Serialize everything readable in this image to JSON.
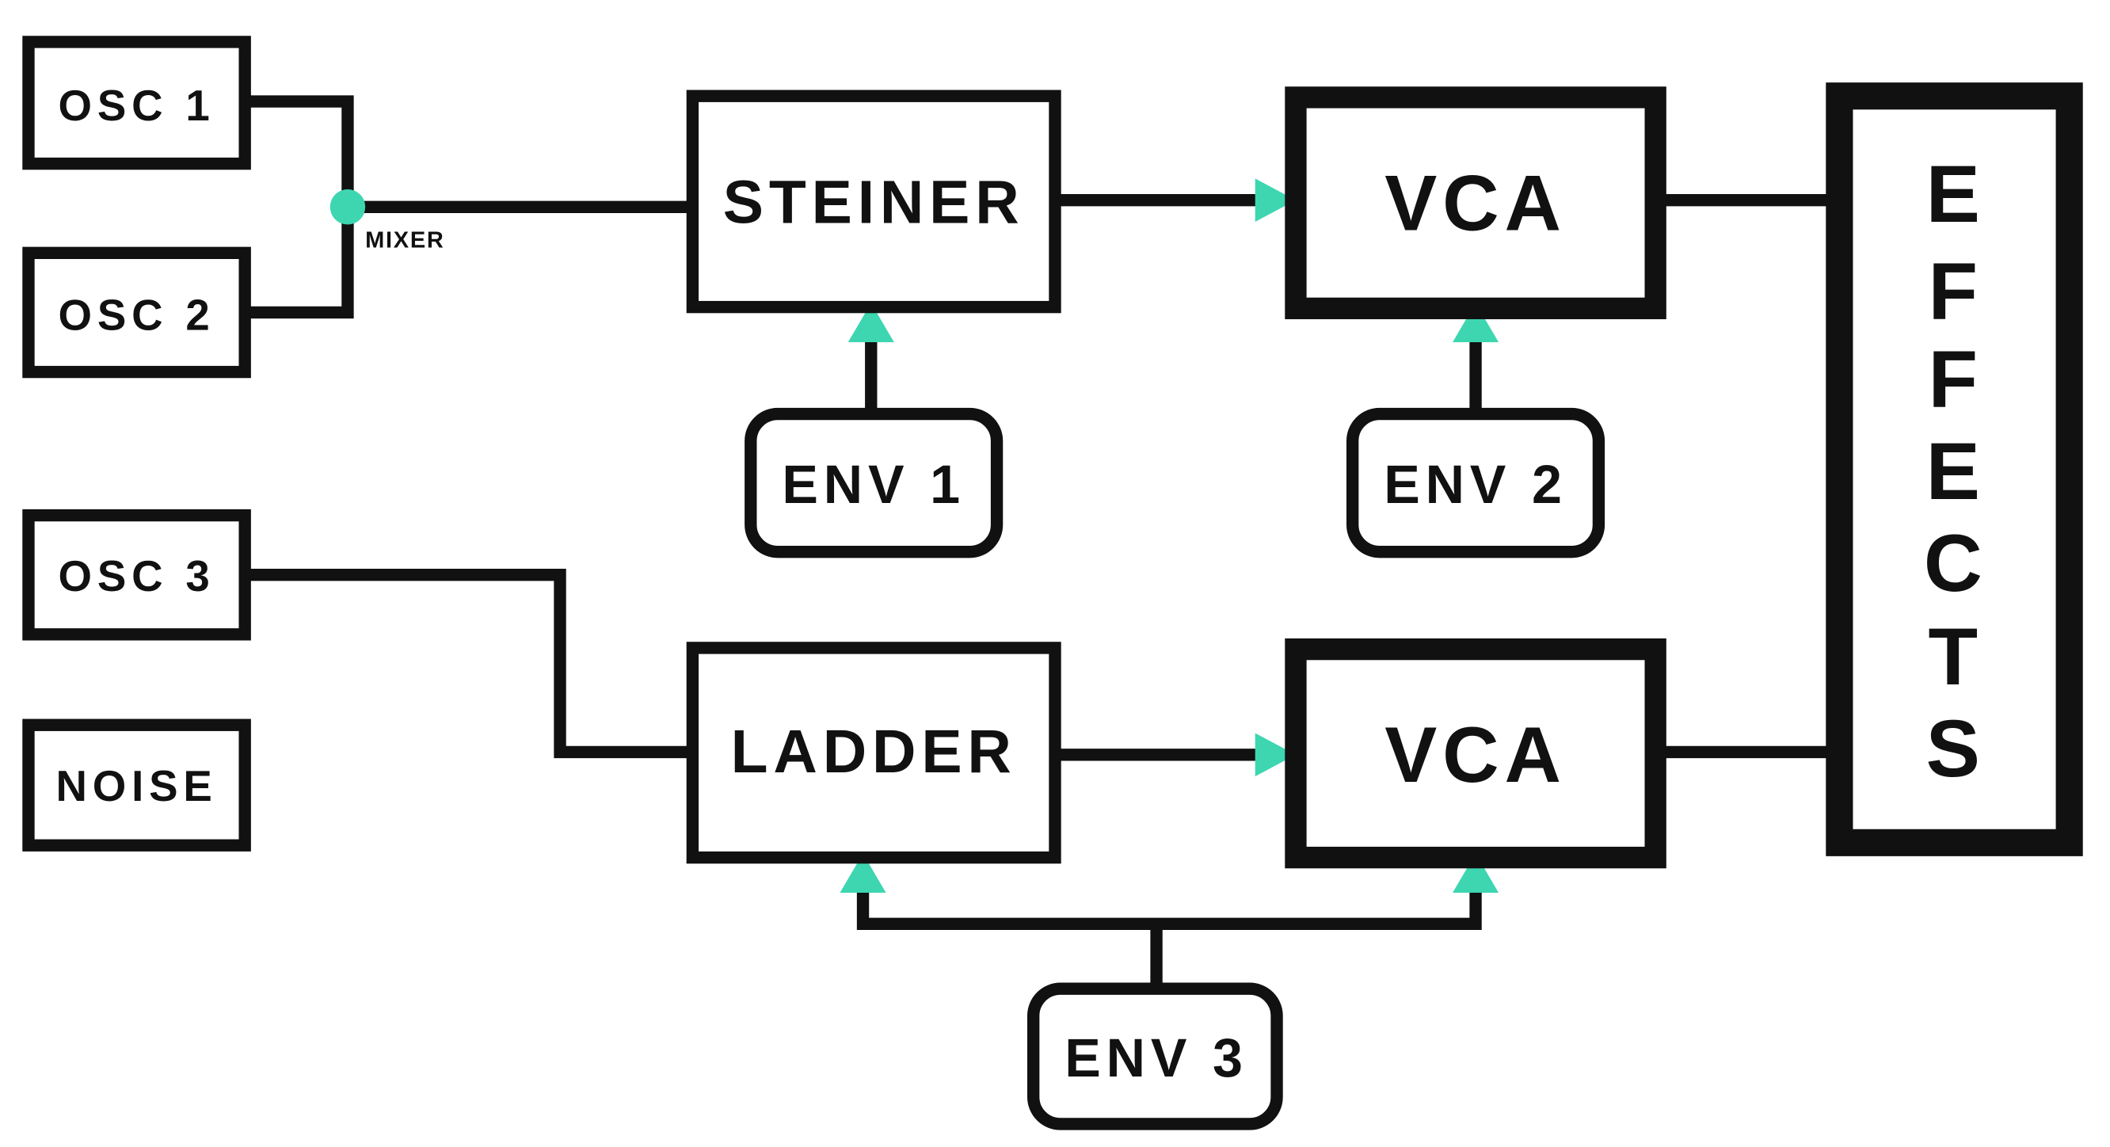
{
  "colors": {
    "stroke": "#111111",
    "accent": "#3dd6b0",
    "background": "#ffffff"
  },
  "sources": {
    "osc1": "OSC 1",
    "osc2": "OSC 2",
    "osc3": "OSC 3",
    "noise": "NOISE"
  },
  "mixer": {
    "label": "MIXER"
  },
  "filters": {
    "steiner": "STEINER",
    "ladder": "LADDER"
  },
  "amps": {
    "vca_top": "VCA",
    "vca_bottom": "VCA"
  },
  "envelopes": {
    "env1": "ENV 1",
    "env2": "ENV 2",
    "env3": "ENV 3"
  },
  "effects": {
    "letters": [
      "E",
      "F",
      "F",
      "E",
      "C",
      "T",
      "S"
    ]
  }
}
